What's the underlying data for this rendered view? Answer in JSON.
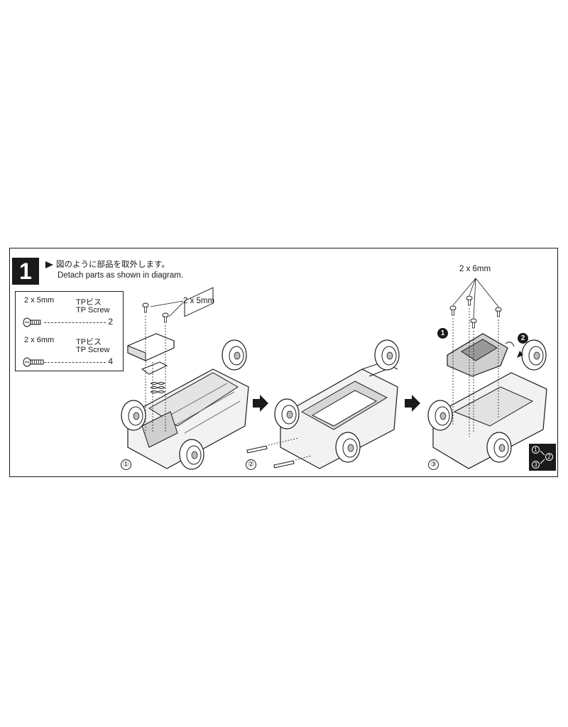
{
  "step": {
    "number": "1"
  },
  "instructions": {
    "jp": "図のように部品を取外します。",
    "en": "Detach parts as shown in diagram."
  },
  "parts": [
    {
      "size": "2 x 5mm",
      "name_jp": "TPビス",
      "name_en": "TP Screw",
      "qty": "2"
    },
    {
      "size": "2 x 6mm",
      "name_jp": "TPビス",
      "name_en": "TP Screw",
      "qty": "4"
    }
  ],
  "callouts": {
    "panel1_screw": "2 x 5mm",
    "panel3_screw": "2 x 6mm"
  },
  "panels": [
    {
      "label": "①"
    },
    {
      "label": "②"
    },
    {
      "label": "③"
    }
  ],
  "panel3_steps": {
    "first": "1",
    "second": "2"
  },
  "order_key": {
    "a": "1",
    "b": "2",
    "c": "3"
  },
  "colors": {
    "ink": "#1a1a1a",
    "paper": "#ffffff"
  }
}
